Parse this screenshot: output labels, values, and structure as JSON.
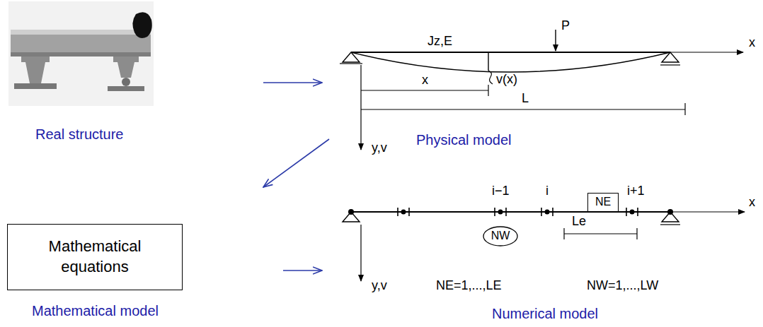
{
  "diagram": {
    "nodes": [
      {
        "text": [
          "Mathematical equations"
        ]
      },
      {
        "text": [
          "NW"
        ]
      },
      {
        "text": [
          "NE"
        ]
      }
    ],
    "labels": [
      "Real structure",
      "Jz,E",
      "P",
      "x",
      "v(x)",
      "x",
      "L",
      "y,v",
      "Physical model",
      "Mathematical model",
      "i−1",
      "i",
      "i+1",
      "x",
      "Le",
      "y,v",
      "NE=1,...,LE",
      "NW=1,...,LW",
      "Numerical model"
    ]
  }
}
